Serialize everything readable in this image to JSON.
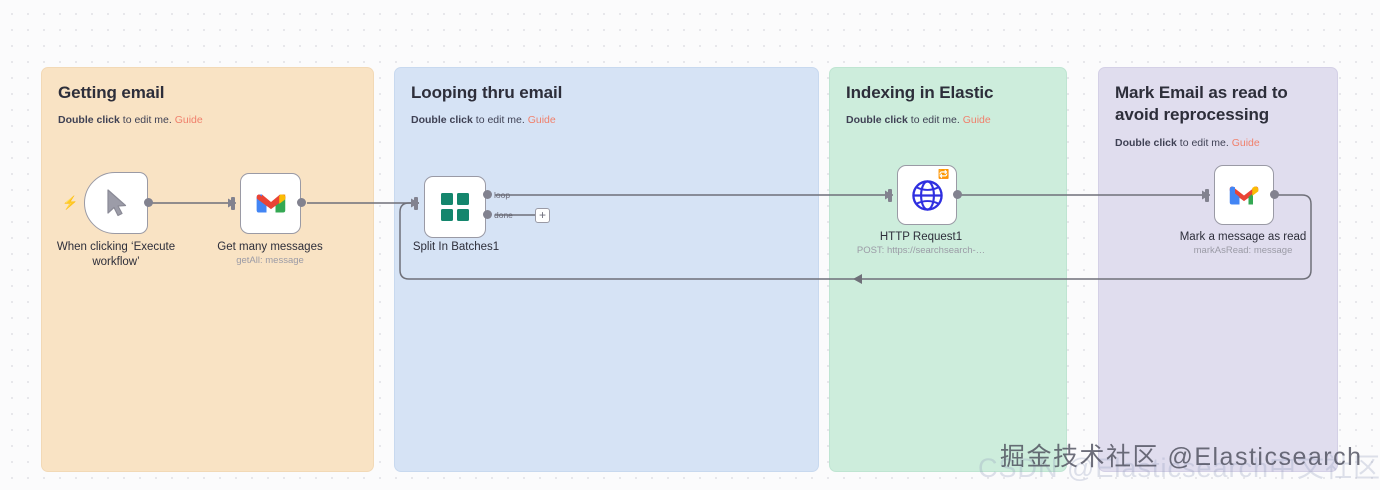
{
  "canvas": {
    "background_color": "#fbfbfc",
    "grid_dot_color": "#e3e3e8"
  },
  "sticky_notes": [
    {
      "id": "getting-email",
      "title": "Getting email",
      "hint_bold": "Double click",
      "hint_rest": " to edit me. ",
      "guide_label": "Guide",
      "color": "#f9e3c4"
    },
    {
      "id": "looping-thru-email",
      "title": "Looping thru email",
      "hint_bold": "Double click",
      "hint_rest": " to edit me. ",
      "guide_label": "Guide",
      "color": "#d6e3f5"
    },
    {
      "id": "indexing-in-elastic",
      "title": "Indexing in Elastic",
      "hint_bold": "Double click",
      "hint_rest": " to edit me. ",
      "guide_label": "Guide",
      "color": "#cdeddc"
    },
    {
      "id": "mark-email-as-read",
      "title": "Mark Email as read to avoid reprocessing",
      "hint_bold": "Double click",
      "hint_rest": " to edit me. ",
      "guide_label": "Guide",
      "color": "#e0ddee"
    }
  ],
  "nodes": [
    {
      "id": "manual-trigger",
      "label": "When clicking ‘Execute workflow’",
      "subtitle": "",
      "icon": "cursor-arrow-icon",
      "badge": "lightning-bolt-icon"
    },
    {
      "id": "gmail-get-many",
      "label": "Get many messages",
      "subtitle": "getAll: message",
      "icon": "gmail-icon",
      "badge": ""
    },
    {
      "id": "split-in-batches",
      "label": "Split In Batches1",
      "subtitle": "",
      "icon": "split-in-batches-icon",
      "badge": "",
      "outputs": [
        "loop",
        "done"
      ],
      "add_button_label": "+"
    },
    {
      "id": "http-request",
      "label": "HTTP Request1",
      "subtitle": "POST: https://searchsearch-…",
      "icon": "globe-icon",
      "badge": "retry-icon"
    },
    {
      "id": "gmail-mark-read",
      "label": "Mark a message as read",
      "subtitle": "markAsRead: message",
      "icon": "gmail-icon",
      "badge": ""
    }
  ],
  "watermarks": {
    "front": "掘金技术社区 @Elasticsearch",
    "back": "CSDN @Elasticsearch中文社区官方博客"
  },
  "colors": {
    "accent_orange": "#ff6d5a",
    "guide_link": "#f0806c",
    "wire": "#6f7079",
    "port": "#82828f",
    "node_border": "#9a9aa5"
  }
}
